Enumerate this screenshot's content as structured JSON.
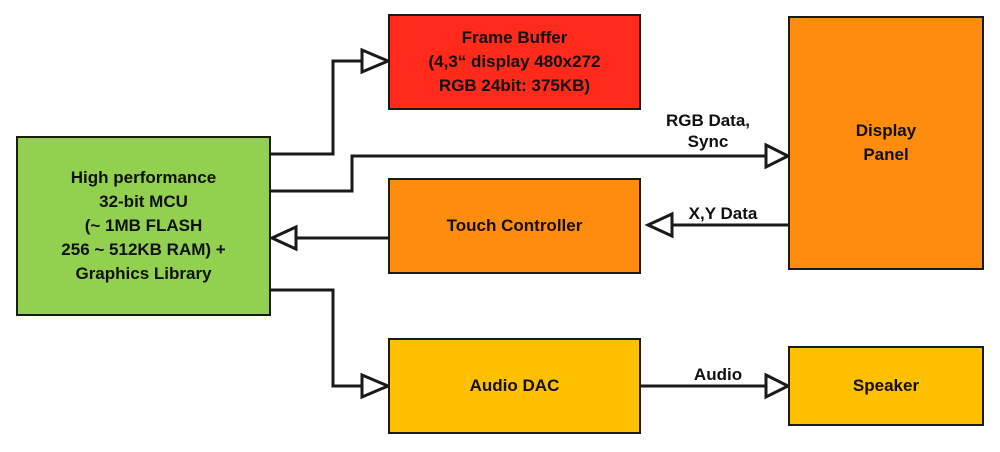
{
  "colors": {
    "mcu": "#92d050",
    "frame_buffer": "#ff2a1a",
    "display_panel": "#fd8c0f",
    "touch_controller": "#fd8c0f",
    "audio_dac": "#ffc000",
    "speaker": "#ffc000",
    "stroke": "#1a1a1a"
  },
  "blocks": {
    "mcu": [
      "High performance",
      "32-bit MCU",
      "(~ 1MB FLASH",
      "256 ~ 512KB RAM) +",
      "Graphics Library"
    ],
    "frame_buffer": [
      "Frame Buffer",
      "(4,3“ display 480x272",
      "RGB 24bit: 375KB)"
    ],
    "display_panel": [
      "Display",
      "Panel"
    ],
    "touch_controller": [
      "Touch Controller"
    ],
    "audio_dac": [
      "Audio DAC"
    ],
    "speaker": [
      "Speaker"
    ]
  },
  "edge_labels": {
    "rgb_sync": [
      "RGB Data,",
      "Sync"
    ],
    "xy_data": "X,Y Data",
    "audio": "Audio"
  }
}
